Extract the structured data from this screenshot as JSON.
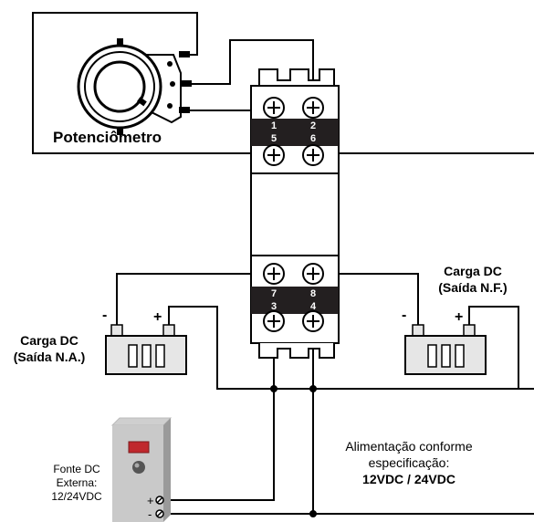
{
  "labels": {
    "potentiometer": "Potenciômetro",
    "load_no_title": "Carga DC",
    "load_no_sub": "(Saída N.A.)",
    "load_nf_title": "Carga DC",
    "load_nf_sub": "(Saída N.F.)",
    "source_line1": "Fonte DC",
    "source_line2": "Externa:",
    "source_line3": "12/24VDC",
    "supply_line1": "Alimentação conforme",
    "supply_line2": "especificação:",
    "supply_line3": "12VDC / 24VDC",
    "minus": "-",
    "plus": "+"
  },
  "terminals": {
    "t1": "1",
    "t2": "2",
    "t5": "5",
    "t6": "6",
    "t7": "7",
    "t8": "8",
    "t3": "3",
    "t4": "4"
  },
  "colors": {
    "wire": "#000000",
    "module_band": "#231f20",
    "load_box": "#e6e6e6",
    "indicator": "#c0282d"
  }
}
